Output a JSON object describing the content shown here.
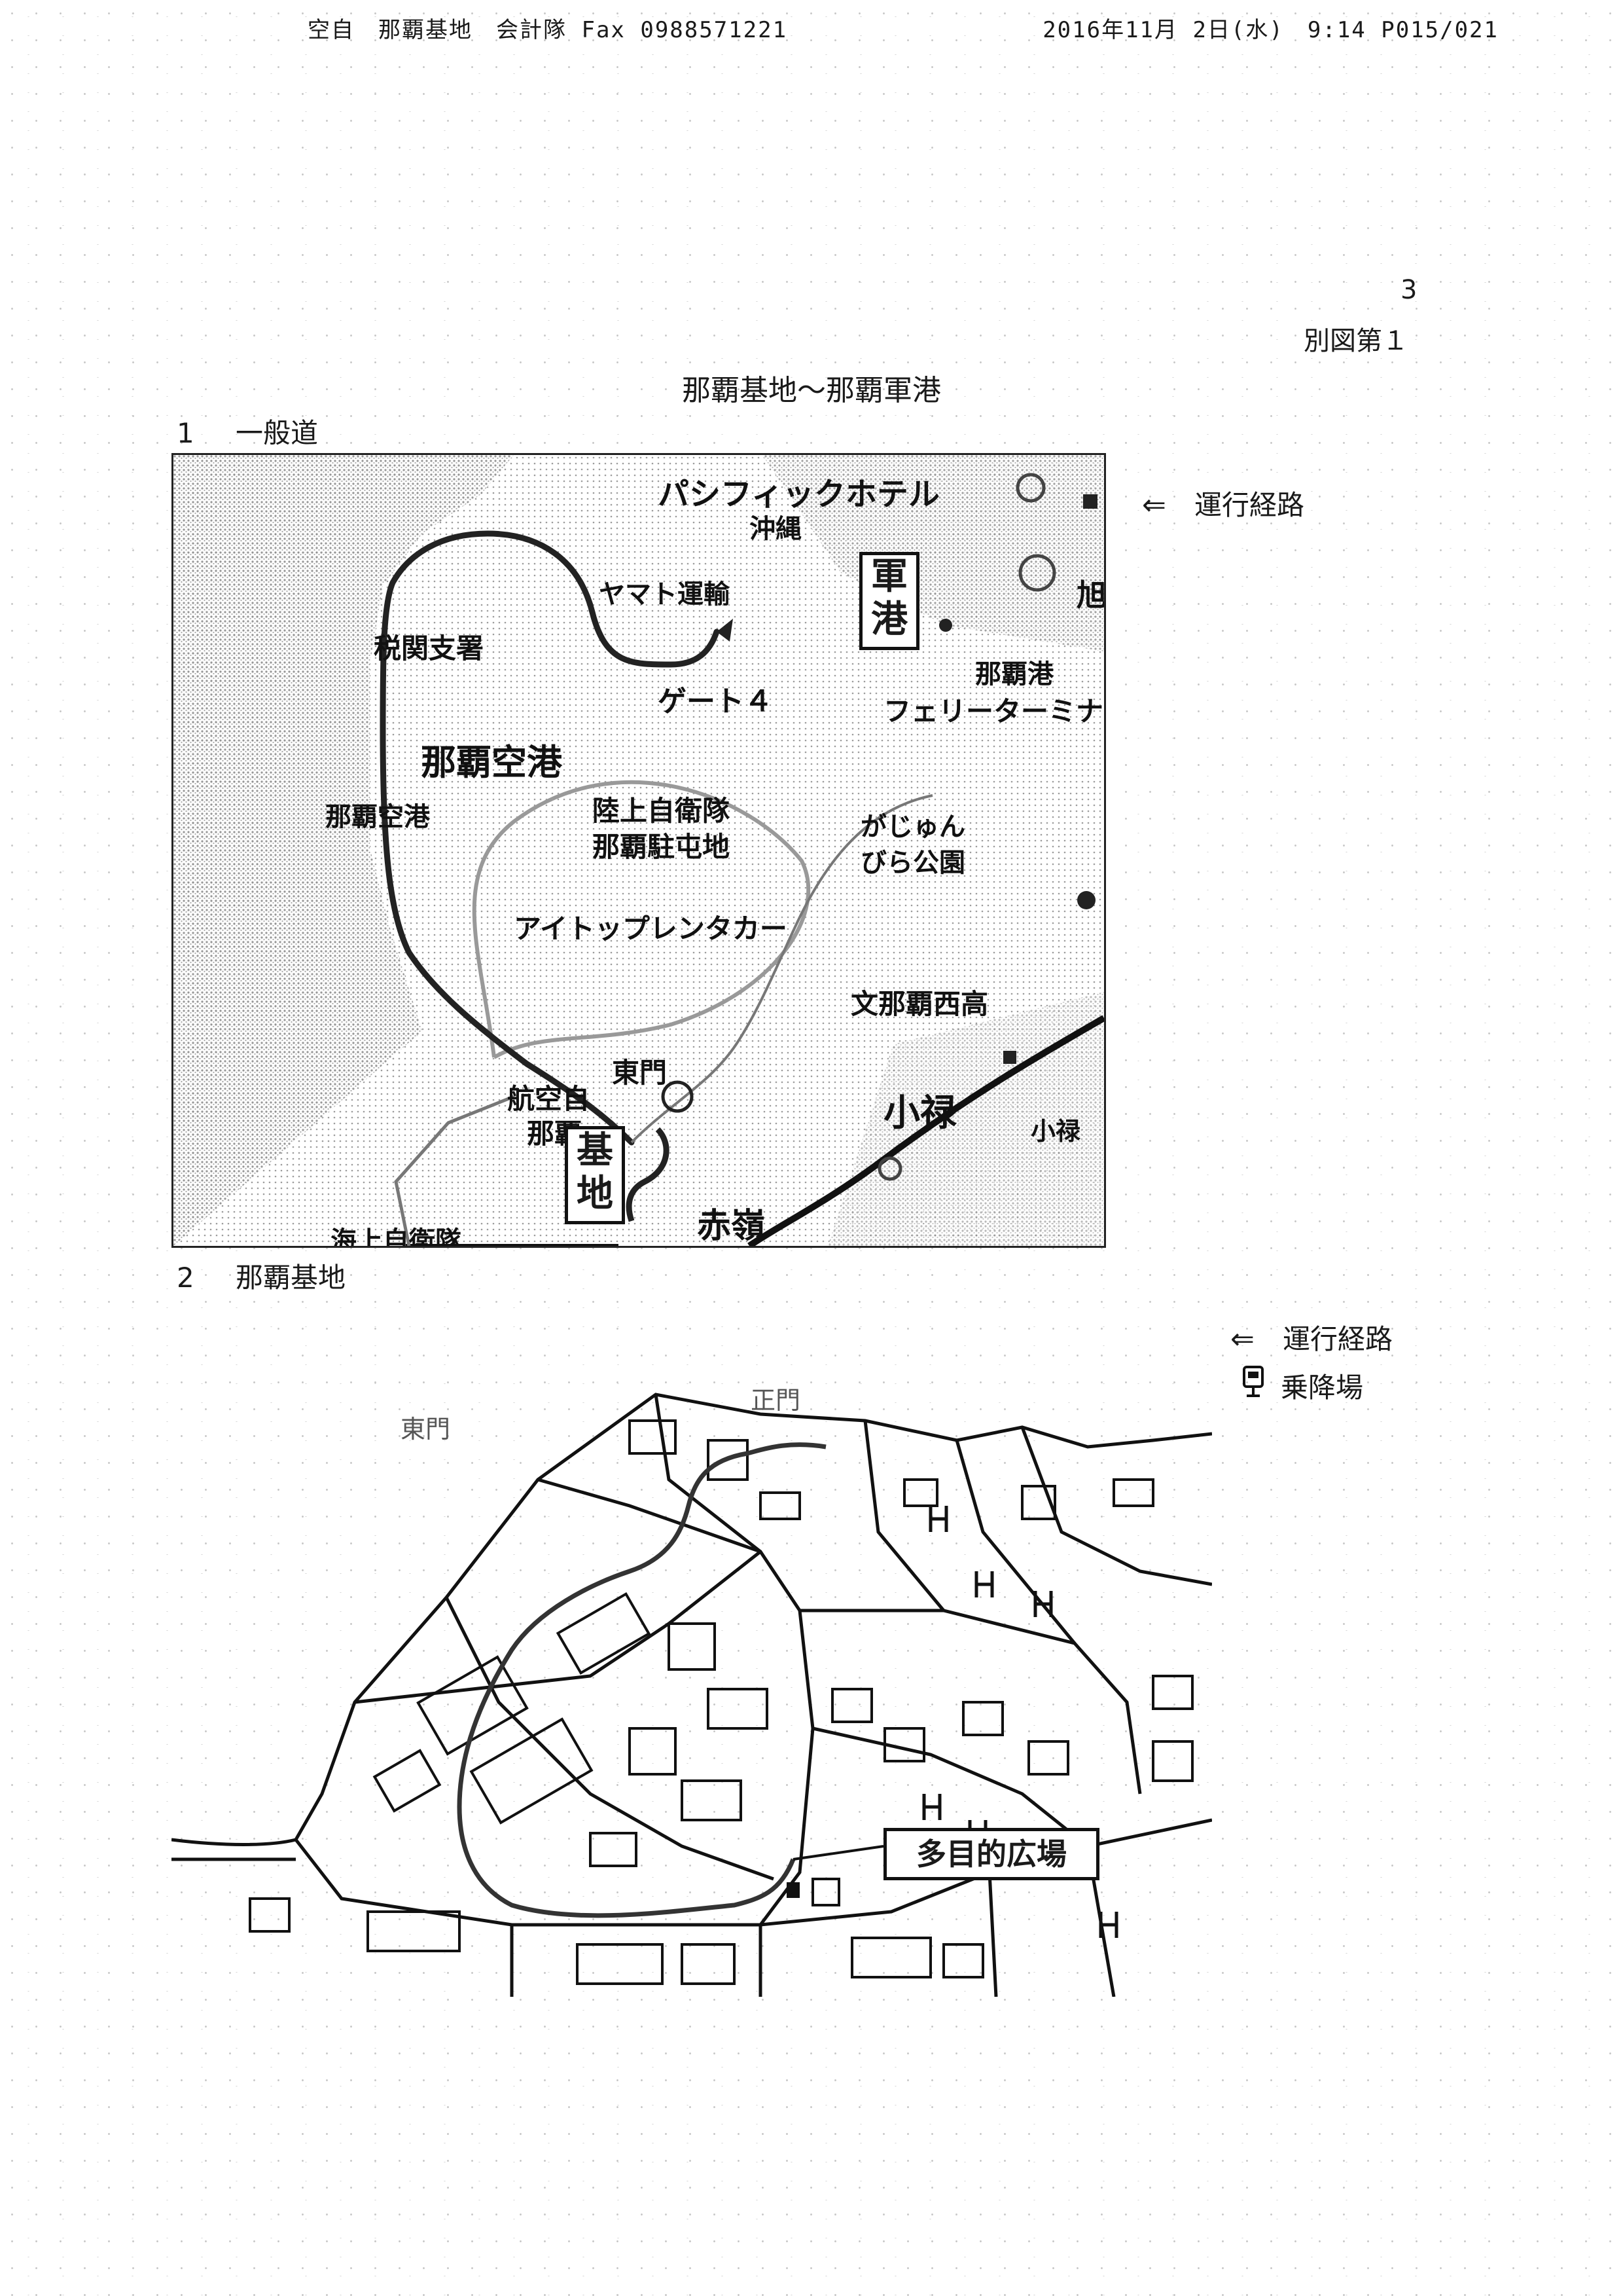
{
  "fax_header": {
    "sender": "空自　那覇基地　会計隊 Fax 0988571221",
    "datetime_page": "2016年11月 2日(水)　9:14 P015/021"
  },
  "page_number": "3",
  "figure_label": "別図第１",
  "title": "那覇基地～那覇軍港",
  "section1": {
    "number": "1",
    "heading": "一般道"
  },
  "section2": {
    "number": "2",
    "heading": "那覇基地"
  },
  "map1": {
    "labels": {
      "hotel": "パシフィックホテル",
      "okinawa": "沖縄",
      "yamato": "ヤマト運輸",
      "customs": "税関支署",
      "gate4": "ゲート４",
      "naha_port": "那覇港",
      "ferry": "フェリーターミナ",
      "airport_large": "那覇空港",
      "gsdf_1": "陸上自衛隊",
      "gsdf_2": "那覇駐屯地",
      "airport_small": "那覇空港",
      "gajumaru_1": "がじゅん",
      "gajumaru_2": "びら公園",
      "rental": "アイトップレンタカー",
      "naha_nishi": "文那覇西高",
      "east_gate": "東門",
      "asdf_1": "航空自",
      "asdf_2": "那覇",
      "oroku": "小禄",
      "oroku_station": "小禄",
      "akamine": "赤嶺",
      "msdf": "海上自衛隊",
      "edge_char": "旭"
    },
    "box_port": "軍港",
    "box_base": "基地"
  },
  "map2": {
    "labels": {
      "east_gate": "東門",
      "main_gate": "正門"
    },
    "box_plaza": "多目的広場"
  },
  "legend": {
    "route": "運行経路",
    "stop": "乗降場"
  },
  "colors": {
    "ink": "#1a1a1a",
    "map_gray": "#bdbdbd",
    "route": "#333333"
  },
  "icons": {
    "route_arrow": "left-arrow-icon",
    "stop": "bus-stop-icon"
  }
}
